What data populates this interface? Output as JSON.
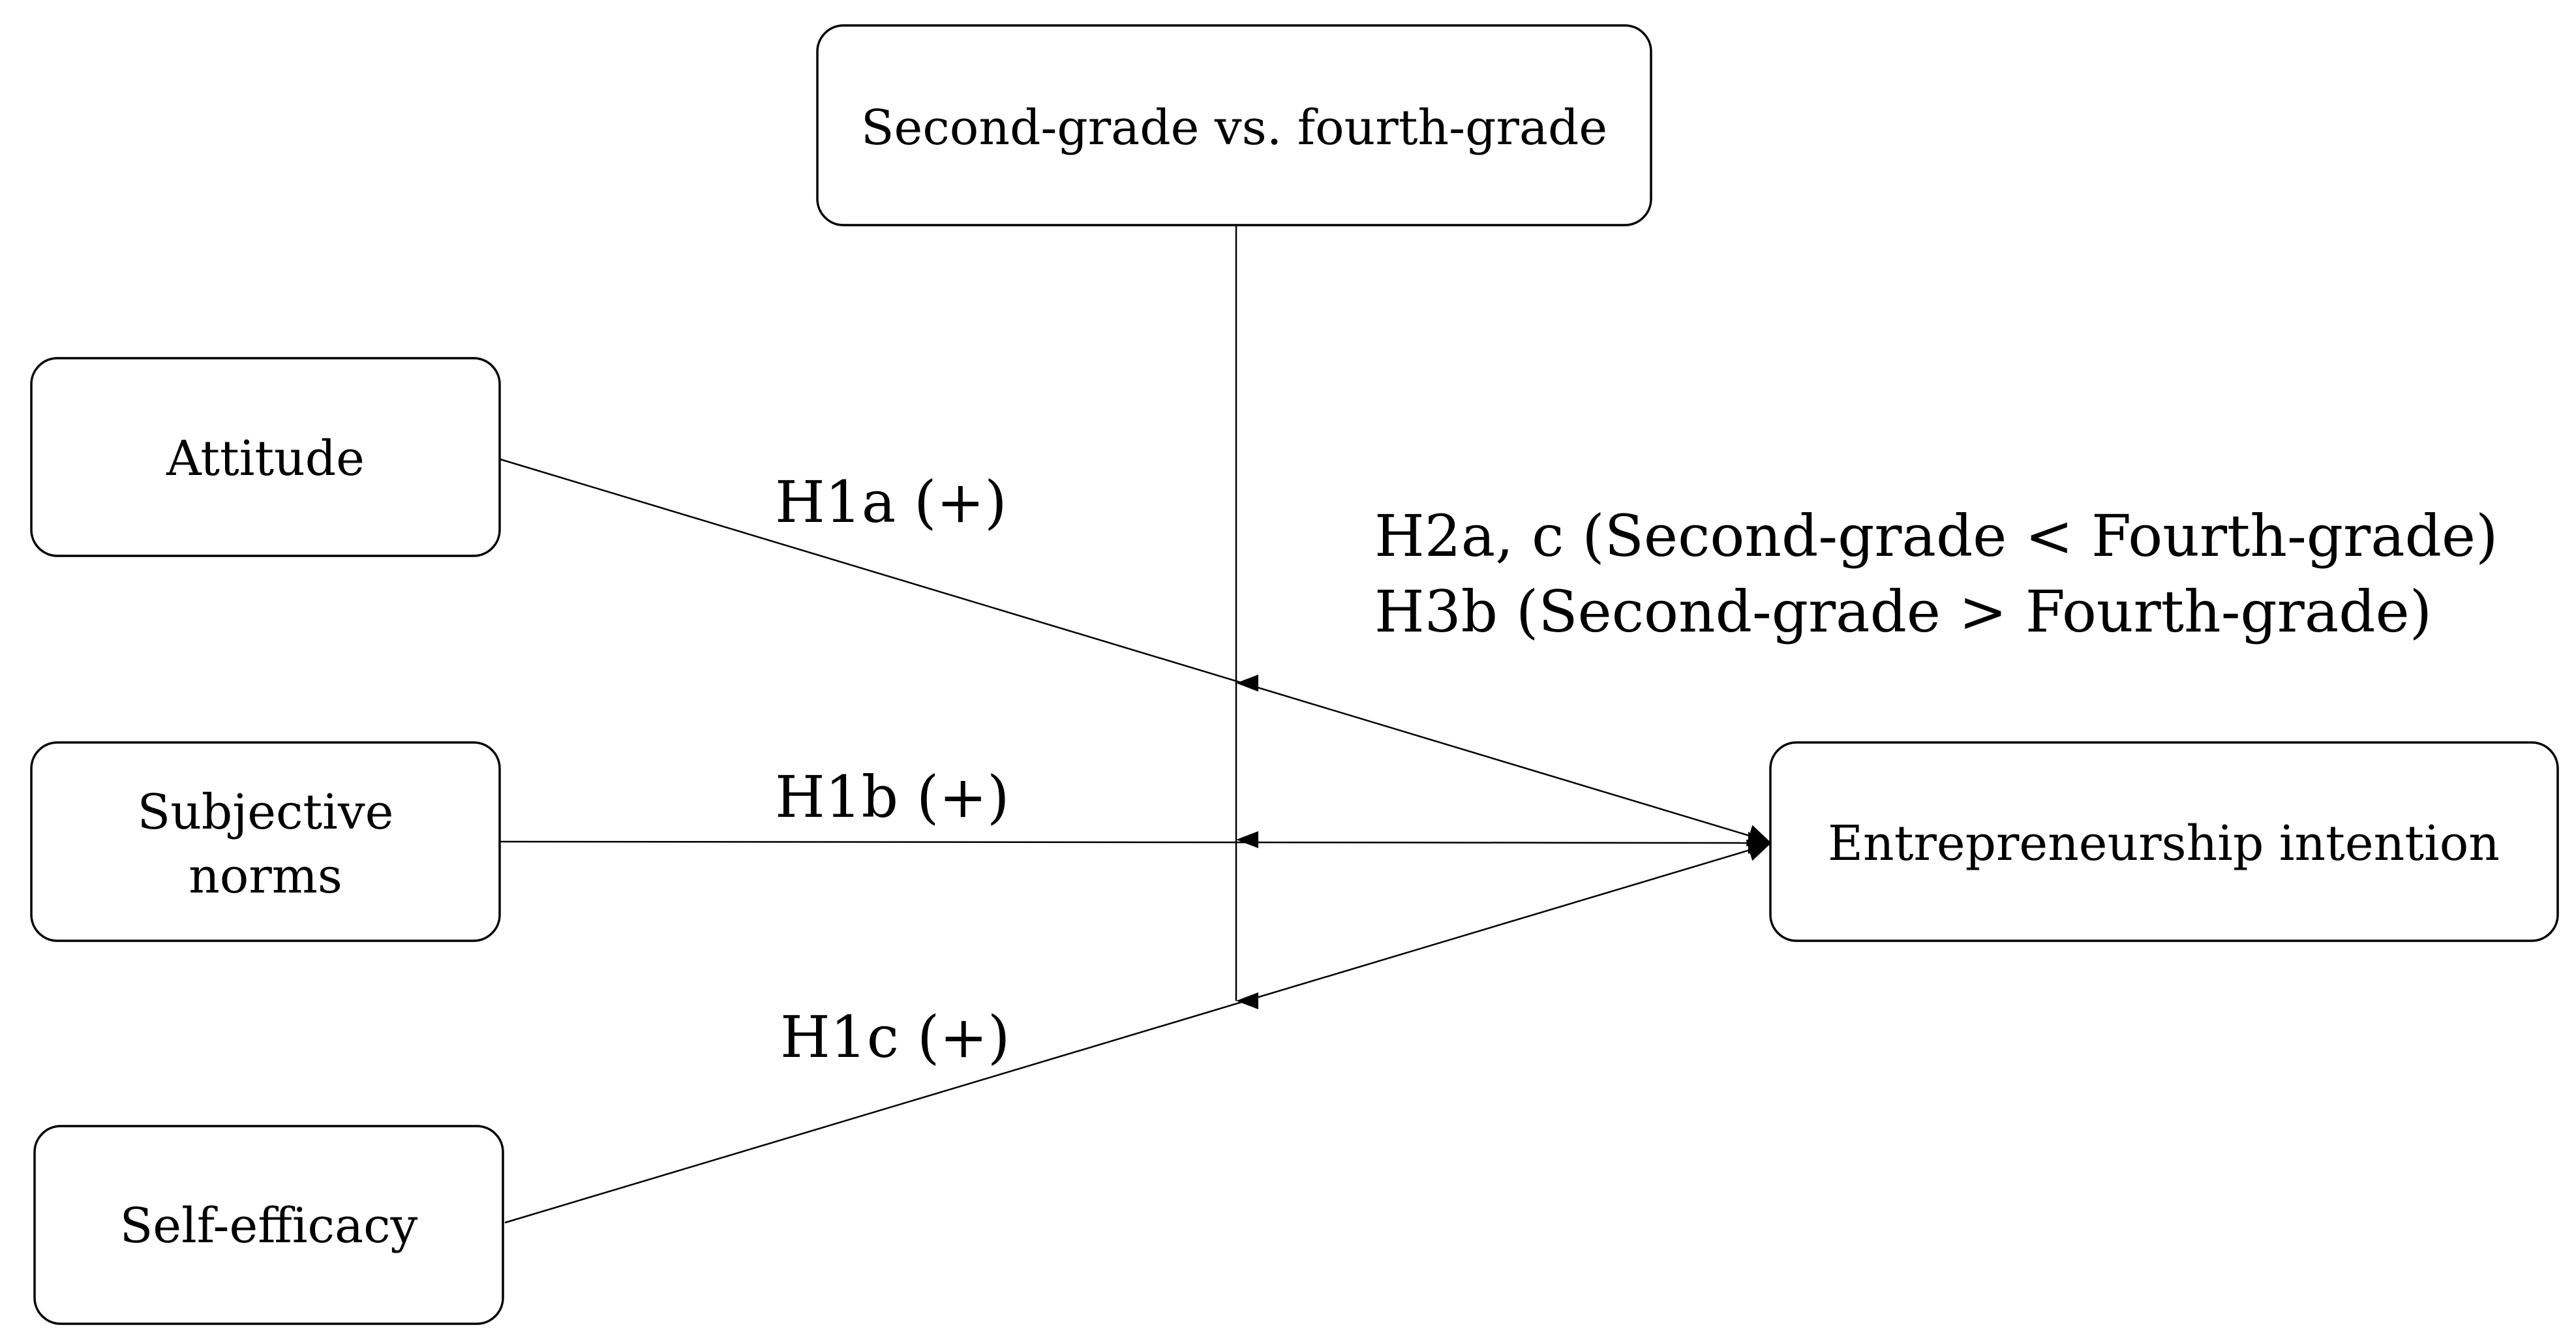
{
  "diagram": {
    "nodes": {
      "moderator": "Second-grade vs. fourth-grade",
      "attitude": "Attitude",
      "subjective_norms_line1": "Subjective",
      "subjective_norms_line2": "norms",
      "self_efficacy": "Self-efficacy",
      "outcome": "Entrepreneurship intention"
    },
    "hypotheses": {
      "h1a": "H1a (+)",
      "h1b": "H1b (+)",
      "h1c": "H1c (+)",
      "h2": "H2a, c (Second-grade < Fourth-grade)",
      "h3": "H3b (Second-grade > Fourth-grade)"
    },
    "edges": [
      {
        "from": "attitude",
        "to": "outcome",
        "label": "h1a"
      },
      {
        "from": "subjective_norms",
        "to": "outcome",
        "label": "h1b"
      },
      {
        "from": "self_efficacy",
        "to": "outcome",
        "label": "h1c"
      },
      {
        "from": "moderator",
        "to": "h1a-path",
        "type": "moderation"
      },
      {
        "from": "moderator",
        "to": "h1b-path",
        "type": "moderation"
      },
      {
        "from": "moderator",
        "to": "h1c-path",
        "type": "moderation"
      }
    ]
  }
}
